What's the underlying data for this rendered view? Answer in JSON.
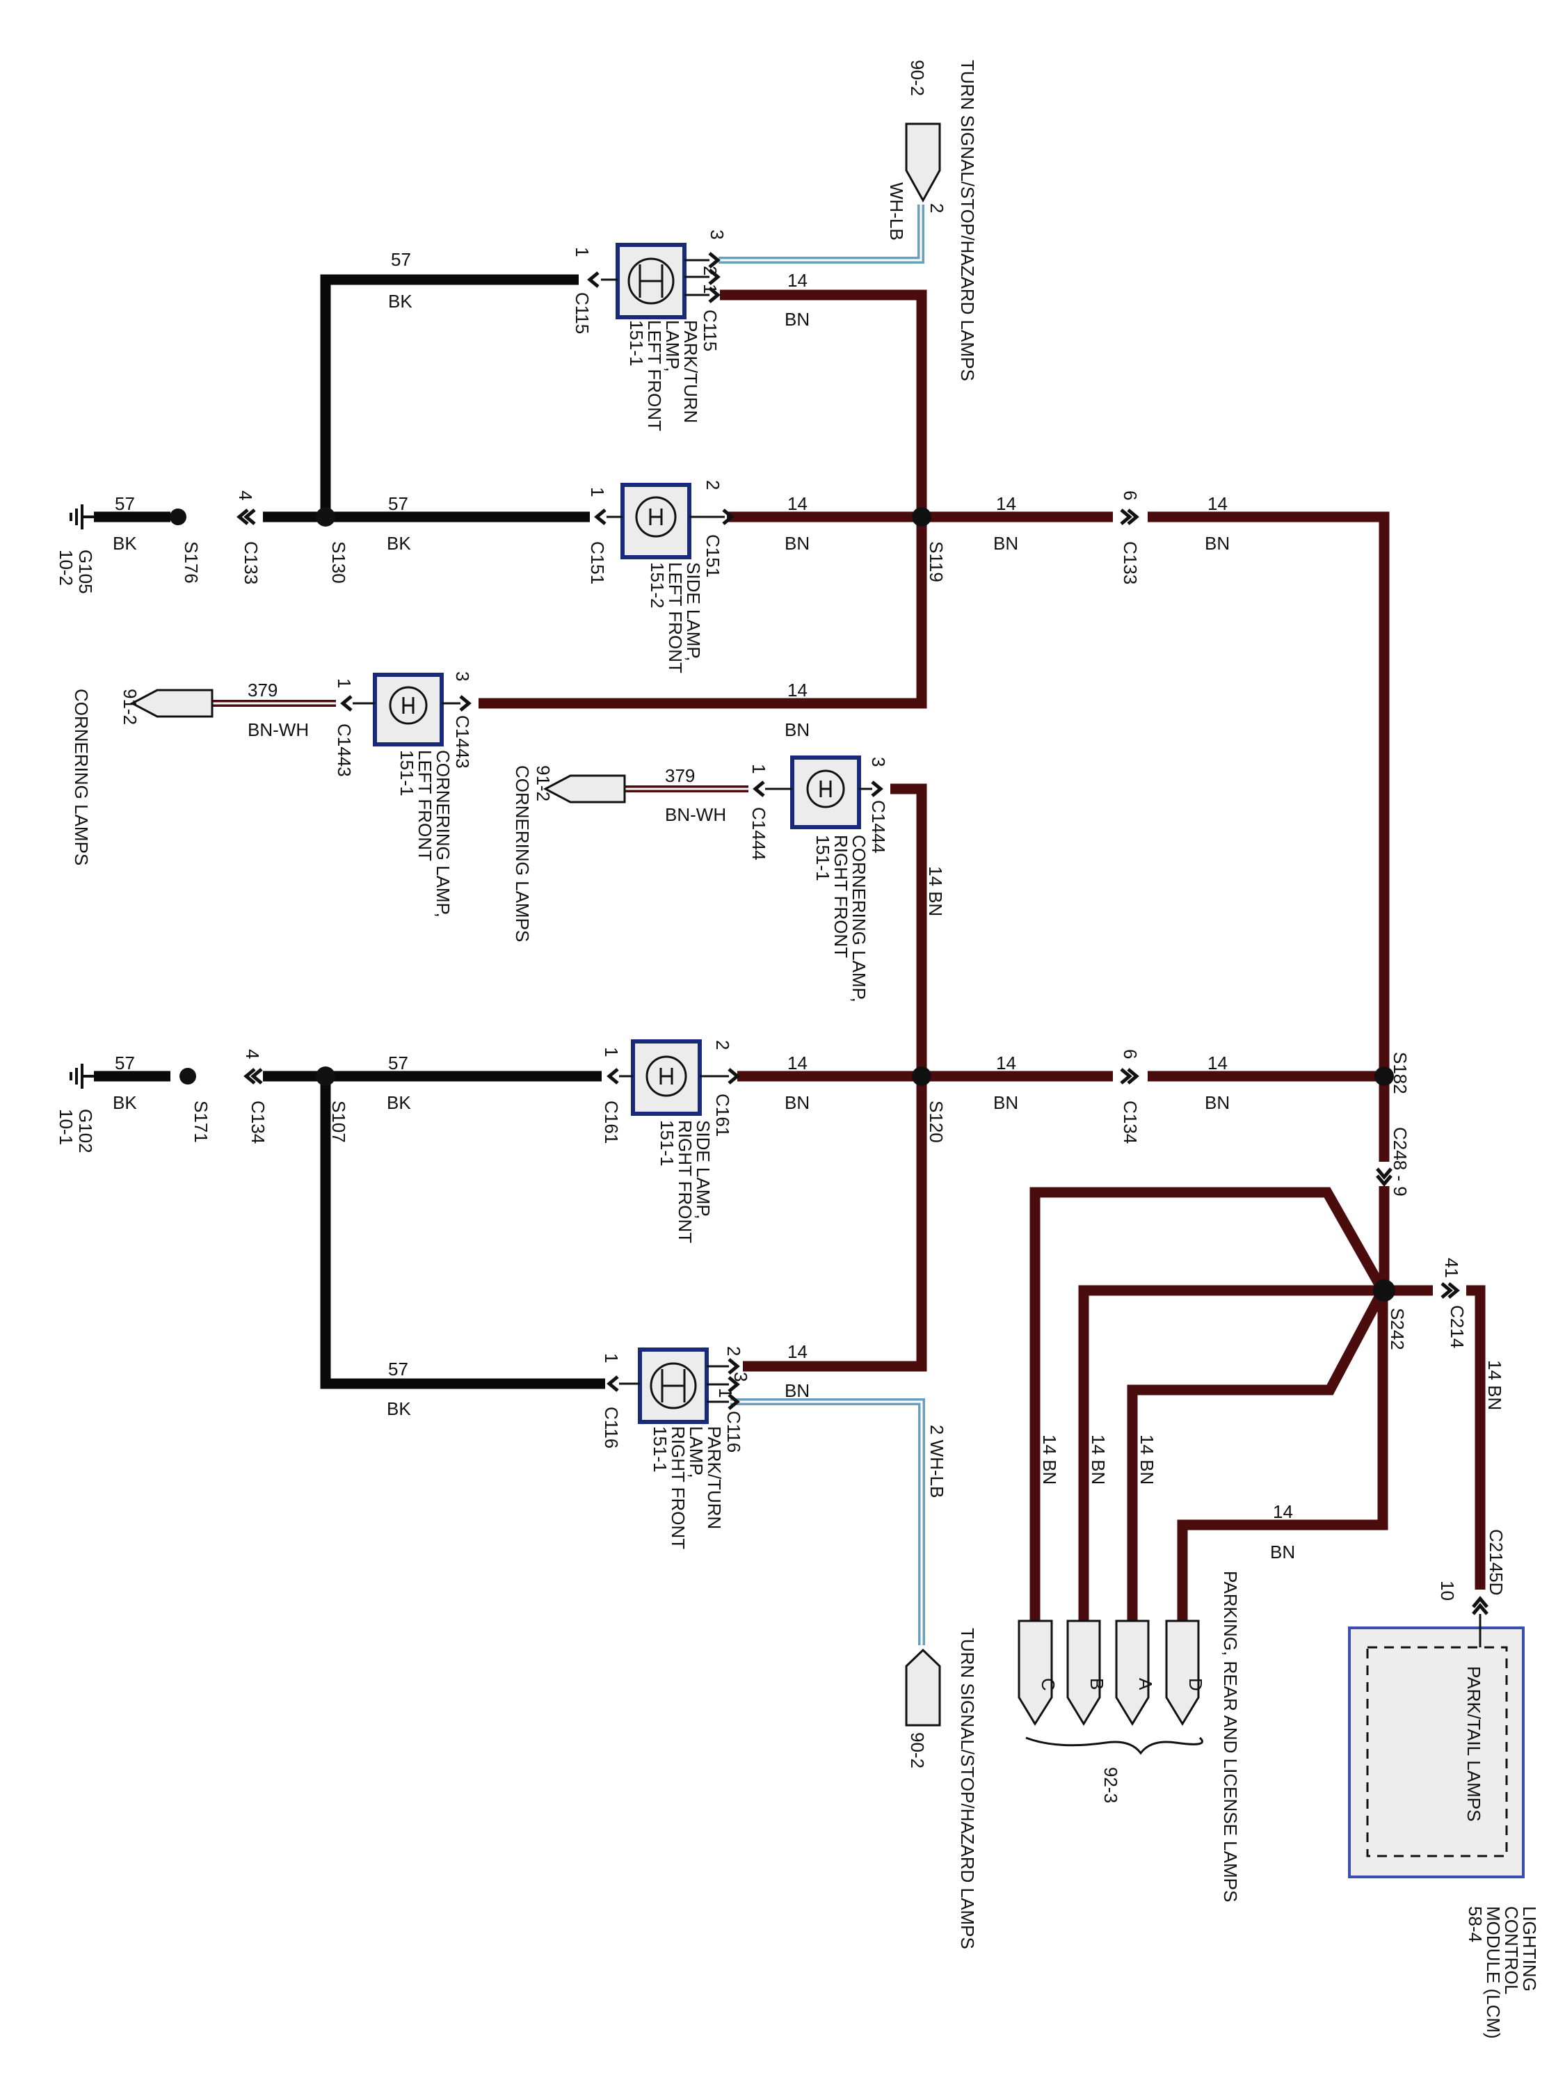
{
  "refs": {
    "turn_ref_top": "90-2",
    "turn_ref_bottom": "90-2",
    "corner_ref_left": "91-2",
    "corner_ref_right": "91-2",
    "ground_top_name": "G105",
    "ground_top_ref": "10-2",
    "ground_bottom_name": "G102",
    "ground_bottom_ref": "10-1",
    "parking_ref": "92-3",
    "lcm_ref": "58-4"
  },
  "titles": {
    "turn_top": "TURN SIGNAL/STOP/HAZARD LAMPS",
    "turn_bottom": "TURN SIGNAL/STOP/HAZARD LAMPS",
    "corner_left": "CORNERING LAMPS",
    "corner_right": "CORNERING LAMPS",
    "parking": "PARKING, REAR AND LICENSE LAMPS",
    "lcm_l1": "LIGHTING",
    "lcm_l2": "CONTROL",
    "lcm_l3": "MODULE (LCM)",
    "lcm_inner": "PARK/TAIL LAMPS"
  },
  "wires": {
    "c57": "57",
    "bk": "BK",
    "c14": "14",
    "bn": "BN",
    "c379": "379",
    "bnwh": "BN-WH",
    "whlb": "WH-LB",
    "p2": "2",
    "c14bn": "14  BN",
    "p2whlb": "2  WH-LB"
  },
  "splices": {
    "s176": "S176",
    "s130": "S130",
    "s119": "S119",
    "s171": "S171",
    "s107": "S107",
    "s120": "S120",
    "s182": "S182",
    "s242": "S242"
  },
  "connectors": {
    "c133": "C133",
    "c134": "C134",
    "c115": "C115",
    "c151": "C151",
    "c161": "C161",
    "c116": "C116",
    "c1443": "C1443",
    "c1444": "C1444",
    "c248": "C248 - 9",
    "c214": "C214",
    "c2145d": "C2145D"
  },
  "pins": {
    "p1": "1",
    "p2": "2",
    "p3": "3",
    "p4": "4",
    "p6": "6",
    "p10": "10",
    "p41": "41",
    "pA": "A",
    "pB": "B",
    "pC": "C",
    "pD": "D"
  },
  "components": {
    "lf_park": [
      "PARK/TURN",
      "LAMP,",
      "LEFT FRONT",
      "151-1"
    ],
    "lf_side": [
      "SIDE LAMP,",
      "LEFT FRONT",
      "151-2"
    ],
    "lf_corner": [
      "CORNERING LAMP,",
      "LEFT FRONT",
      "151-1"
    ],
    "rf_corner": [
      "CORNERING LAMP,",
      "RIGHT FRONT",
      "151-1"
    ],
    "rf_side": [
      "SIDE LAMP,",
      "RIGHT FRONT",
      "151-1"
    ],
    "rf_park": [
      "PARK/TURN",
      "LAMP,",
      "RIGHT FRONT",
      "151-1"
    ]
  },
  "colors": {
    "bk": "#0a0a0a",
    "bn": "#4a0c0c",
    "whlb": "#6aa0bd",
    "box": "#1a2a7a",
    "lcm_box": "#3b4fb0"
  }
}
